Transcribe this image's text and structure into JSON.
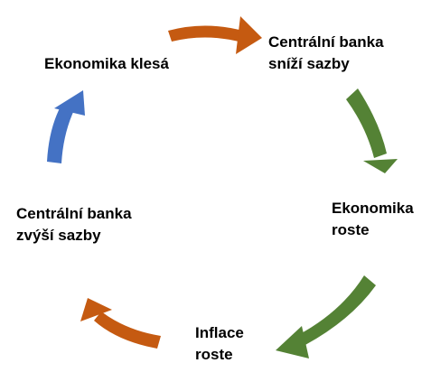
{
  "diagram": {
    "type": "cycle",
    "nodes": [
      {
        "id": "rates-down",
        "lines": [
          "Centrální banka",
          "sníží sazby"
        ]
      },
      {
        "id": "economy-grows",
        "lines": [
          "Ekonomika",
          "roste"
        ]
      },
      {
        "id": "inflation-grows",
        "lines": [
          "Inflace",
          "roste"
        ]
      },
      {
        "id": "rates-up",
        "lines": [
          "Centrální banka",
          "zvýší sazby"
        ]
      },
      {
        "id": "economy-declines",
        "lines": [
          "Ekonomika klesá"
        ]
      }
    ],
    "arrows": [
      {
        "from": "economy-declines",
        "to": "rates-down",
        "color": "#C55A11"
      },
      {
        "from": "rates-down",
        "to": "economy-grows",
        "color": "#548235"
      },
      {
        "from": "economy-grows",
        "to": "inflation-grows",
        "color": "#548235"
      },
      {
        "from": "inflation-grows",
        "to": "rates-up",
        "color": "#C55A11"
      },
      {
        "from": "rates-up",
        "to": "economy-declines",
        "color": "#4472C4"
      }
    ]
  }
}
